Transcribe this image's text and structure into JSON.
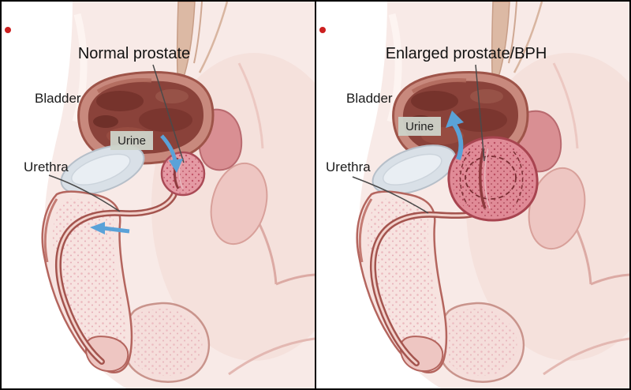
{
  "figure": {
    "panels": [
      {
        "id": "normal",
        "caption": "Normal prostate",
        "bladder_label": "Bladder",
        "urine_label": "Urine",
        "urethra_label": "Urethra"
      },
      {
        "id": "bph",
        "caption": "Enlarged prostate/BPH",
        "bladder_label": "Bladder",
        "urine_label": "Urine",
        "urethra_label": "Urethra"
      }
    ],
    "colors": {
      "flesh": "#f8eae7",
      "flesh_deep": "#f2d8d3",
      "organ_outline": "#b4655e",
      "bladder_wall": "#c8897d",
      "bladder_interior": "#8a423a",
      "prostate_normal": "#e59aa4",
      "prostate_enlarged": "#e08b97",
      "prostate_outline": "#a84450",
      "pubic_bone": "#d9e0e7",
      "arrow_blue": "#5aa2d8",
      "urine_box": "#cdd3c9",
      "leader_line": "#4a4a4a",
      "marker_red": "#cc2020",
      "border": "#000000"
    }
  }
}
